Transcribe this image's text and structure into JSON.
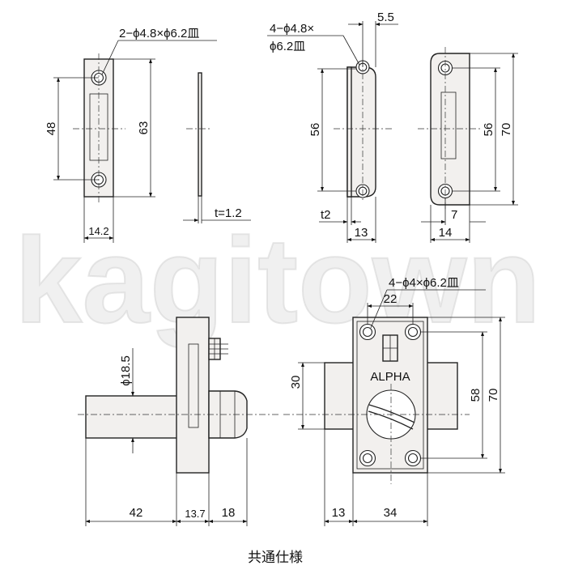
{
  "watermark": "kagitown",
  "caption": "共通仕様",
  "brand_label": "ALPHA",
  "strike_plate": {
    "hole_note": "2−ϕ4.8×ϕ6.2皿",
    "pitch": "48",
    "length": "63",
    "width": "14.2",
    "thickness": "t=1.2"
  },
  "angle_plate": {
    "hole_note_line1": "4−ϕ4.8×",
    "hole_note_line2": "ϕ6.2皿",
    "edge": "5.5",
    "pitch": "56",
    "thickness": "t2",
    "depth": "13"
  },
  "angle_plate_front": {
    "pitch": "56",
    "length": "70",
    "offset": "7",
    "width": "14"
  },
  "lock_side": {
    "bolt_dia": "ϕ18.5",
    "bolt_len": "42",
    "plate": "13.7",
    "boss": "18"
  },
  "lock_front": {
    "hole_note": "4−ϕ4×ϕ6.2皿",
    "hole_pitch": "22",
    "bolt_height": "30",
    "pitch": "58",
    "height": "70",
    "bolt_width": "13",
    "case_width": "34"
  }
}
